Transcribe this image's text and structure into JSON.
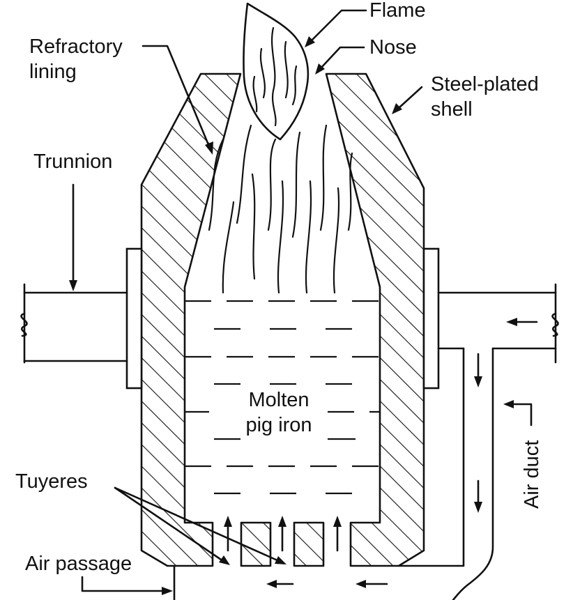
{
  "labels": {
    "flame": "Flame",
    "nose": "Nose",
    "refractory_line1": "Refractory",
    "refractory_line2": "lining",
    "steel_line1": "Steel-plated",
    "steel_line2": "shell",
    "trunnion": "Trunnion",
    "molten_line1": "Molten",
    "molten_line2": "pig iron",
    "tuyeres": "Tuyeres",
    "air_passage": "Air passage",
    "air_duct": "Air duct"
  }
}
